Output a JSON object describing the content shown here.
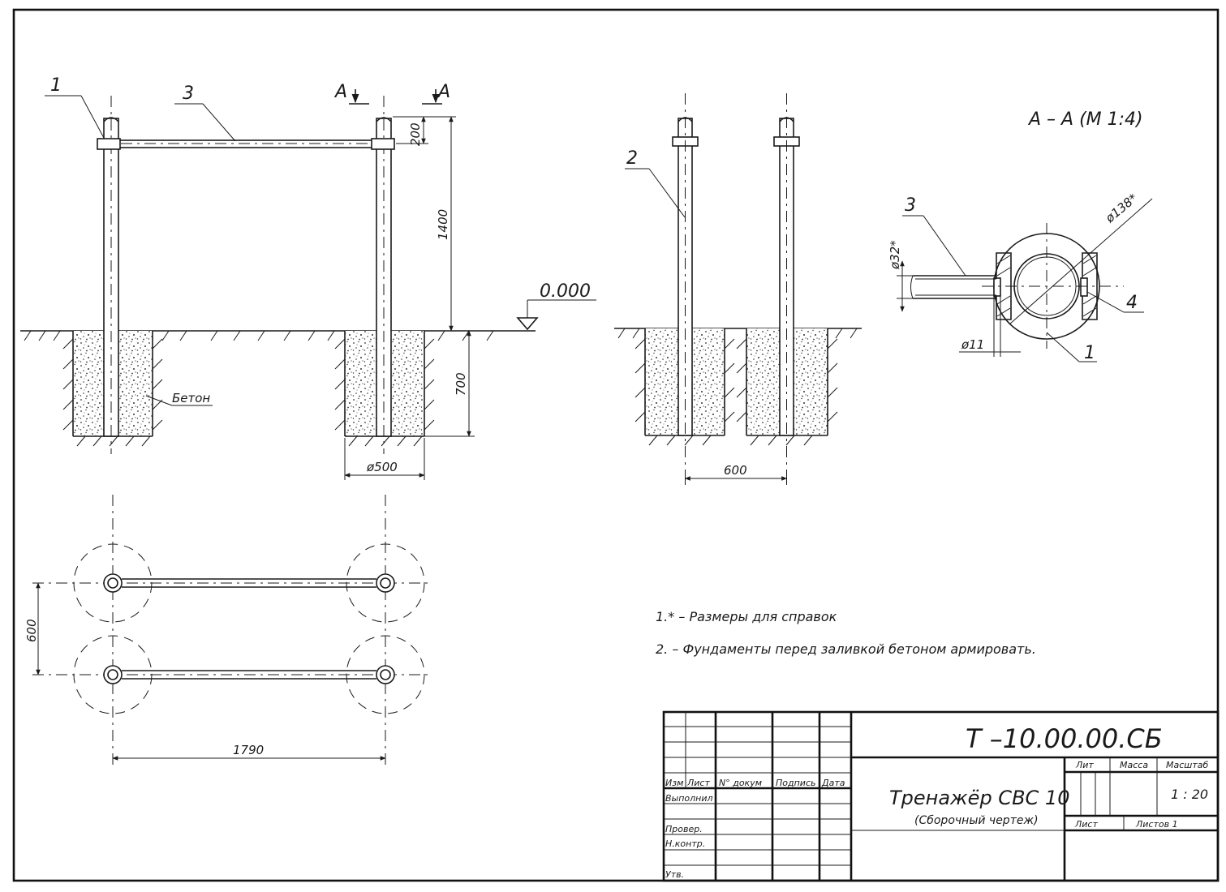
{
  "labels": {
    "callout_1": "1",
    "callout_2": "2",
    "callout_3": "3",
    "callout_4": "4",
    "section_mark": "A",
    "section_title": "A – A (M 1:4)",
    "level": "0.000",
    "concrete": "Бетон"
  },
  "dimensions": {
    "top_offset": "200",
    "post_height": "1400",
    "depth": "700",
    "pit_diameter": "ø500",
    "post_spacing": "600",
    "plan_spacing": "600",
    "plan_length": "1790",
    "tube_diameter": "ø32*",
    "clamp_diameter": "ø138*",
    "bolt_diameter": "ø11"
  },
  "notes": [
    "1.* – Размеры для справок",
    "2. – Фундаменты перед заливкой бетоном армировать."
  ],
  "title_block": {
    "designation": "Т –10.00.00.СБ",
    "name": "Тренажёр СВС 10",
    "subtitle": "(Сборочный чертеж)",
    "col_izm": "Изм",
    "col_list": "Лист",
    "col_doc": "N° докум",
    "col_sign": "Подпись",
    "col_date": "Дата",
    "row_done": "Выполнил",
    "row_check": "Провер.",
    "row_norm": "Н.контр.",
    "row_appr": "Утв.",
    "lit": "Лит",
    "mass": "Масса",
    "scale": "Масштаб",
    "scale_value": "1 : 20",
    "sheet": "Лист",
    "sheets": "Листов 1"
  }
}
